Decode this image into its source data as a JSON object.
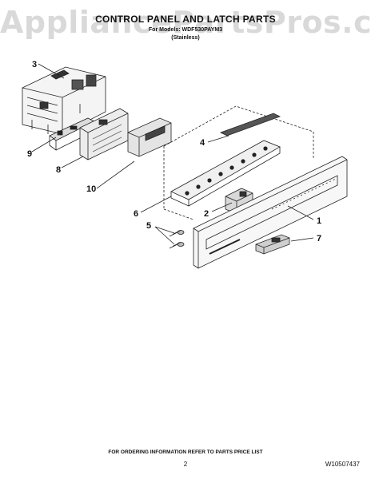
{
  "watermark": "AppliancePartsPros.com",
  "header": {
    "title": "CONTROL PANEL AND LATCH PARTS",
    "models": "For Models: WDF530PAYM3",
    "finish": "(Stainless)"
  },
  "callouts": [
    "1",
    "2",
    "3",
    "4",
    "5",
    "6",
    "7",
    "8",
    "9",
    "10"
  ],
  "footer": {
    "ordering_note": "FOR ORDERING INFORMATION REFER TO PARTS PRICE LIST",
    "page_number": "2",
    "document_code": "W10507437"
  }
}
